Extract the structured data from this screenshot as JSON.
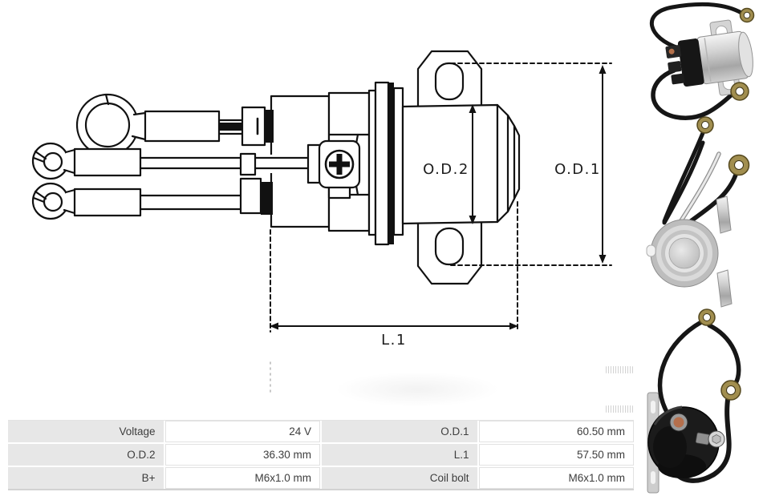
{
  "diagram": {
    "od2_label": "O.D.2",
    "od1_label": "O.D.1",
    "l1_label": "L.1"
  },
  "spec_table": {
    "cells": [
      {
        "text": "Voltage",
        "kind": "label"
      },
      {
        "text": "24 V",
        "kind": "value"
      },
      {
        "text": "O.D.1",
        "kind": "label"
      },
      {
        "text": "60.50 mm",
        "kind": "value"
      },
      {
        "text": "O.D.2",
        "kind": "label"
      },
      {
        "text": "36.30 mm",
        "kind": "value"
      },
      {
        "text": "L.1",
        "kind": "label"
      },
      {
        "text": "57.50 mm",
        "kind": "value"
      },
      {
        "text": "B+",
        "kind": "label"
      },
      {
        "text": "M6x1.0 mm",
        "kind": "value"
      },
      {
        "text": "Coil bolt",
        "kind": "label"
      },
      {
        "text": "M6x1.0 mm",
        "kind": "value"
      }
    ]
  },
  "colors": {
    "drawing_stroke": "#111111",
    "table_label_bg": "#e7e7e7",
    "table_text": "#3d3d3d",
    "brass_terminal": "#a18e4f",
    "wire_black": "#161616"
  }
}
